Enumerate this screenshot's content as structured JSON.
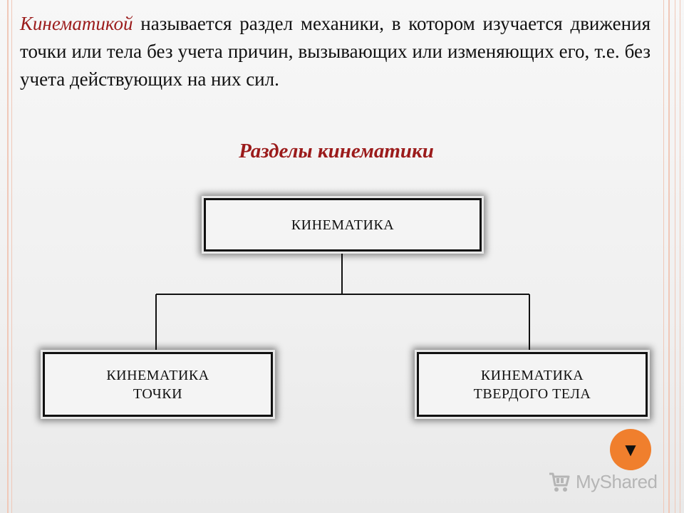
{
  "intro": {
    "term": "Кинематикой",
    "text": " называется раздел механики, в котором изучается движения точки или тела без учета причин, вызывающих или изменяющих его, т.е. без учета действующих на них сил."
  },
  "heading": "Разделы кинематики",
  "diagram": {
    "root": "КИНЕМАТИКА",
    "left_line1": "КИНЕМАТИКА",
    "left_line2": "ТОЧКИ",
    "right_line1": "КИНЕМАТИКА",
    "right_line2": "ТВЕРДОГО ТЕЛА"
  },
  "nav": {
    "down_glyph": "▼"
  },
  "watermark": {
    "text": "MyShared",
    "icon": "shopping-cart-icon"
  },
  "colors": {
    "accent": "#9b1b1b",
    "nav_button": "#f07f2d",
    "frame": "#f0c8b8"
  }
}
